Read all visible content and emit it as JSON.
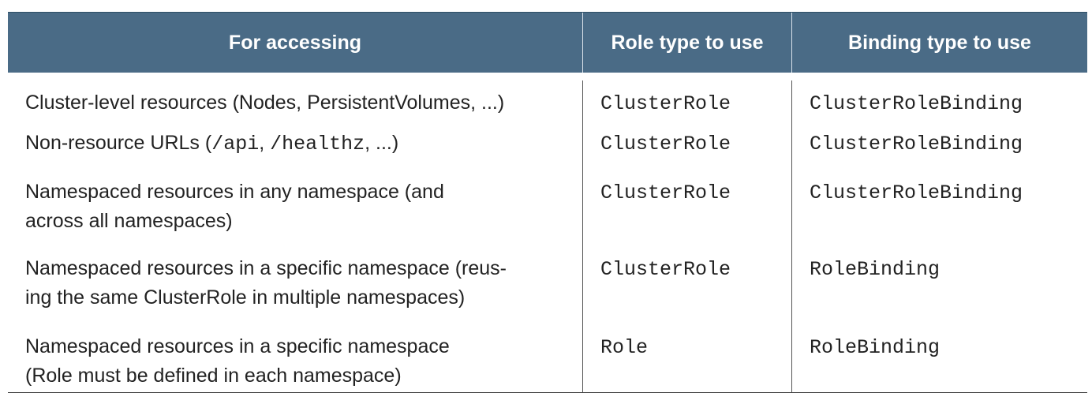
{
  "header": {
    "col1": "For accessing",
    "col2": "Role type to use",
    "col3": "Binding type to use"
  },
  "rows": [
    {
      "access_line1": "Cluster-level resources (Nodes, PersistentVolumes, ...)",
      "role": "ClusterRole",
      "binding": "ClusterRoleBinding"
    },
    {
      "access_prefix": "Non-resource URLs (",
      "access_code1": "/api",
      "access_sep": ", ",
      "access_code2": "/healthz",
      "access_suffix": ", ...)",
      "role": "ClusterRole",
      "binding": "ClusterRoleBinding"
    },
    {
      "access_line1": "Namespaced resources in any namespace (and",
      "access_line2": "across all namespaces)",
      "role": "ClusterRole",
      "binding": "ClusterRoleBinding"
    },
    {
      "access_line1": "Namespaced resources in a specific namespace (reus-",
      "access_line2": "ing the same ClusterRole in multiple namespaces)",
      "role": "ClusterRole",
      "binding": "RoleBinding"
    },
    {
      "access_line1": "Namespaced resources in a specific namespace",
      "access_line2": "(Role must be defined in each namespace)",
      "role": "Role",
      "binding": "RoleBinding"
    }
  ],
  "colors": {
    "header_bg": "#4a6b86",
    "header_text": "#ffffff",
    "body_text": "#222222"
  }
}
